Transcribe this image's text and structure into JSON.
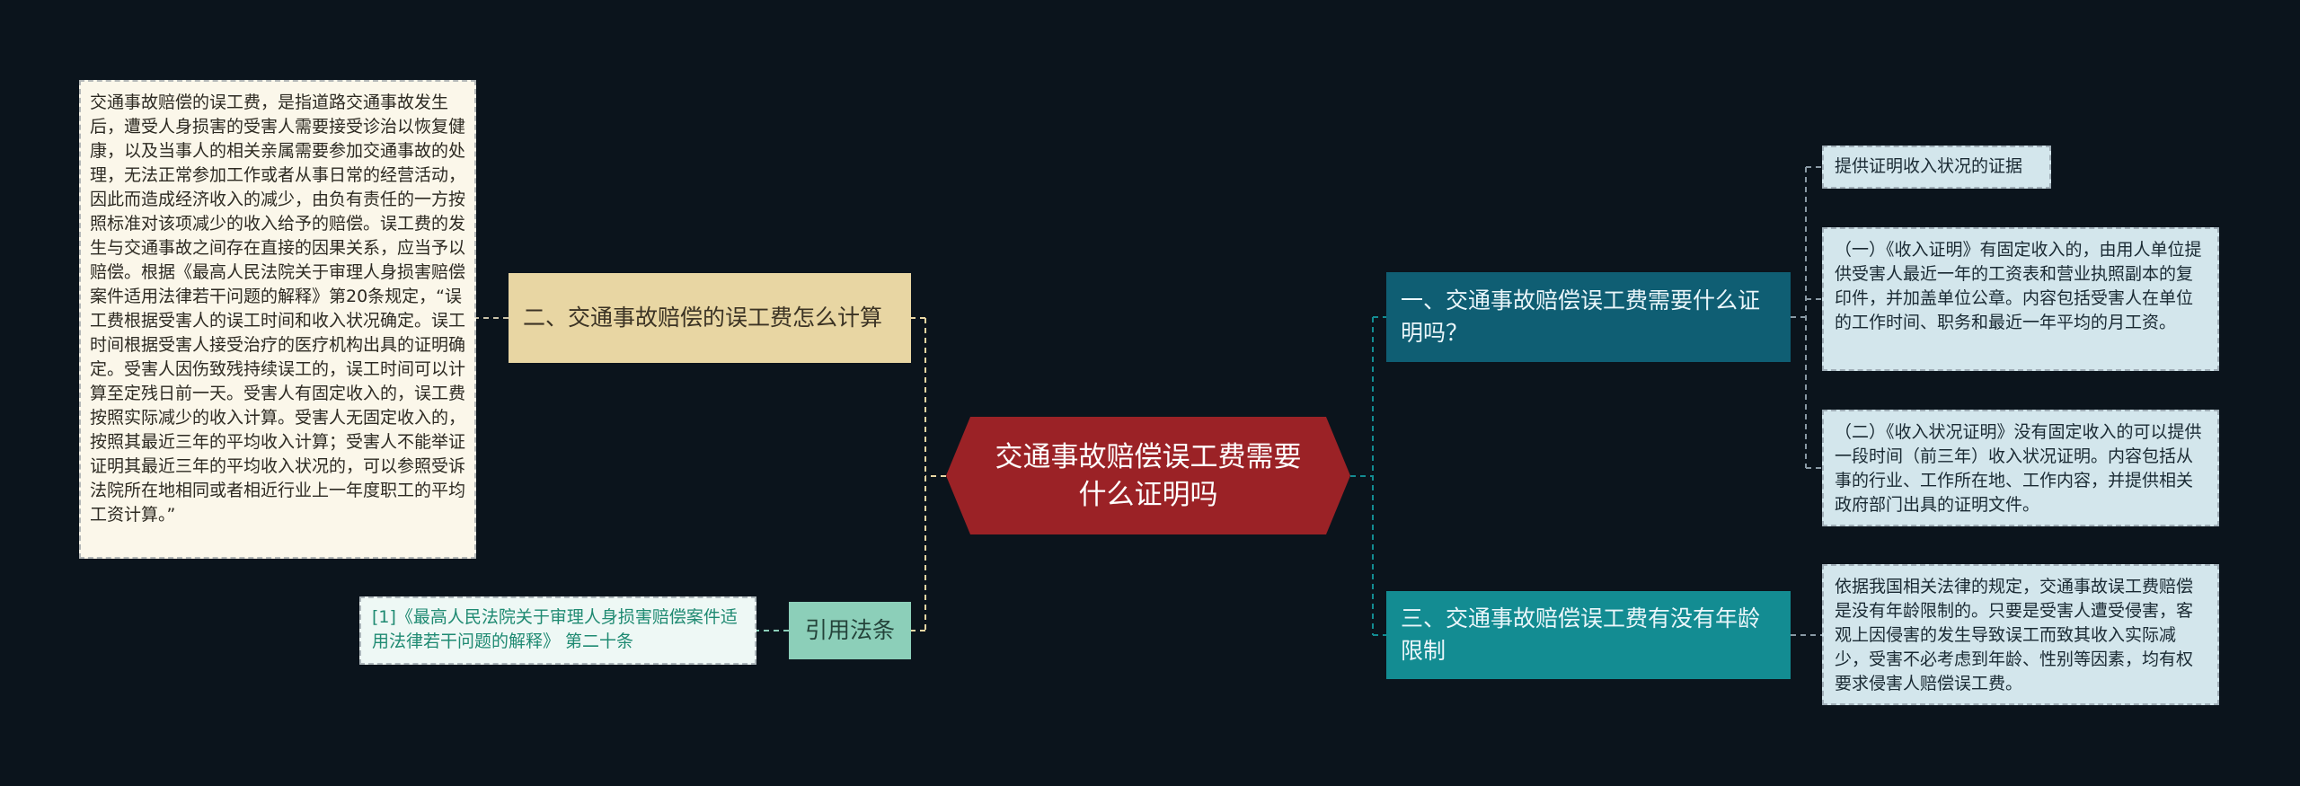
{
  "root": {
    "title": "交通事故赔偿误工费需要什么证明吗"
  },
  "branches": {
    "b1": "一、交通事故赔偿误工费需要什么证明吗？",
    "b2": "二、交通事故赔偿的误工费怎么计算",
    "b3": "三、交通事故赔偿误工费有没有年龄限制",
    "b4": "引用法条"
  },
  "leaves": {
    "r1": "提供证明收入状况的证据",
    "r2": "（一）《收入证明》有固定收入的，由用人单位提供受害人最近一年的工资表和营业执照副本的复印件，并加盖单位公章。内容包括受害人在单位的工作时间、职务和最近一年平均的月工资。",
    "r3": "（二）《收入状况证明》没有固定收入的可以提供一段时间（前三年）收入状况证明。内容包括从事的行业、工作所在地、工作内容，并提供相关政府部门出具的证明文件。",
    "r4": "依据我国相关法律的规定，交通事故误工费赔偿是没有年龄限制的。只要是受害人遭受侵害，客观上因侵害的发生导致误工而致其收入实际减少，受害不必考虑到年龄、性别等因素，均有权要求侵害人赔偿误工费。",
    "left_text": "交通事故赔偿的误工费，是指道路交通事故发生后，遭受人身损害的受害人需要接受诊治以恢复健康，以及当事人的相关亲属需要参加交通事故的处理，无法正常参加工作或者从事日常的经营活动，因此而造成经济收入的减少，由负有责任的一方按照标准对该项减少的收入给予的赔偿。误工费的发生与交通事故之间存在直接的因果关系，应当予以赔偿。根据《最高人民法院关于审理人身损害赔偿案件适用法律若干问题的解释》第20条规定，“误工费根据受害人的误工时间和收入状况确定。误工时间根据受害人接受治疗的医疗机构出具的证明确定。受害人因伤致残持续误工的，误工时间可以计算至定残日前一天。受害人有固定收入的，误工费按照实际减少的收入计算。受害人无固定收入的，按照其最近三年的平均收入计算；受害人不能举证证明其最近三年的平均收入状况的，可以参照受诉法院所在地相同或者相近行业上一年度职工的平均工资计算。”",
    "citation": "[1]《最高人民法院关于审理人身损害赔偿案件适用法律若干问题的解释》 第二十条"
  },
  "colors": {
    "background": "#0b141c",
    "root": "#9b2226",
    "branch1": "#0f5e73",
    "branch2": "#e8d6a3",
    "branch3": "#138c92",
    "branch4": "#8ccfb9"
  }
}
